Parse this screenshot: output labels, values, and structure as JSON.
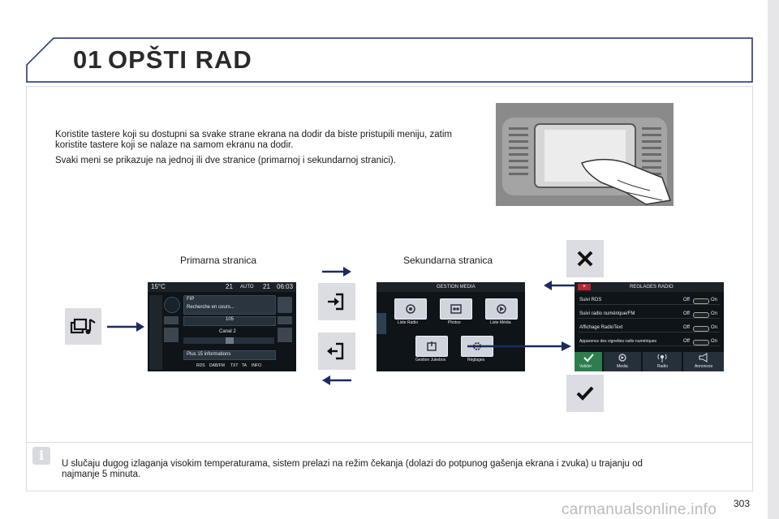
{
  "header": {
    "chapter": "01",
    "title": "OPŠTI RAD"
  },
  "intro": {
    "p1": "Koristite tastere koji su dostupni sa svake strane ekrana na dodir da biste pristupili meniju, zatim koristite tastere koji se nalaze na samom ekranu na dodir.",
    "p2": "Svaki meni se prikazuje na jednoj ili dve stranice (primarnoj i sekundarnoj stranici)."
  },
  "labels": {
    "primary": "Primarna stranica",
    "secondary": "Sekundarna stranica"
  },
  "radio_screen": {
    "temp": "15°C",
    "num1": "21",
    "auto": "AUTO",
    "num2": "21",
    "time": "06:03",
    "station": "FIP",
    "status": "Recherche en cours...",
    "freq": "105",
    "canal": "Canal 2",
    "more": "Plus 15 informations",
    "bottom": [
      "RDS",
      "DAB/FM",
      "TXT",
      "TA",
      "INFO"
    ]
  },
  "media_screen": {
    "title": "GESTION MEDIA",
    "tiles": [
      "Liste Radio",
      "Photos",
      "Liste Média",
      "Gestion Jukebox",
      "Réglages"
    ]
  },
  "settings_screen": {
    "title": "REGLAGES RADIO",
    "rows": [
      "Suivi RDS",
      "Suivi radio numérique/FM",
      "Affichage RadioText",
      "Apparence des vignettes radio numériques"
    ],
    "off": "Off",
    "on": "On",
    "tabs": [
      "Valider",
      "Media",
      "Radio",
      "Annonces"
    ]
  },
  "note": {
    "text": "U slučaju dugog izlaganja visokim temperaturama, sistem prelazi na režim čekanja (dolazi do potpunog gašenja ekrana i zvuka) u trajanju od najmanje 5 minuta."
  },
  "page": {
    "number": "303"
  },
  "watermark": "carmanualsonline.info",
  "colors": {
    "accent": "#1c2a63",
    "button_bg": "#dcdde2"
  }
}
